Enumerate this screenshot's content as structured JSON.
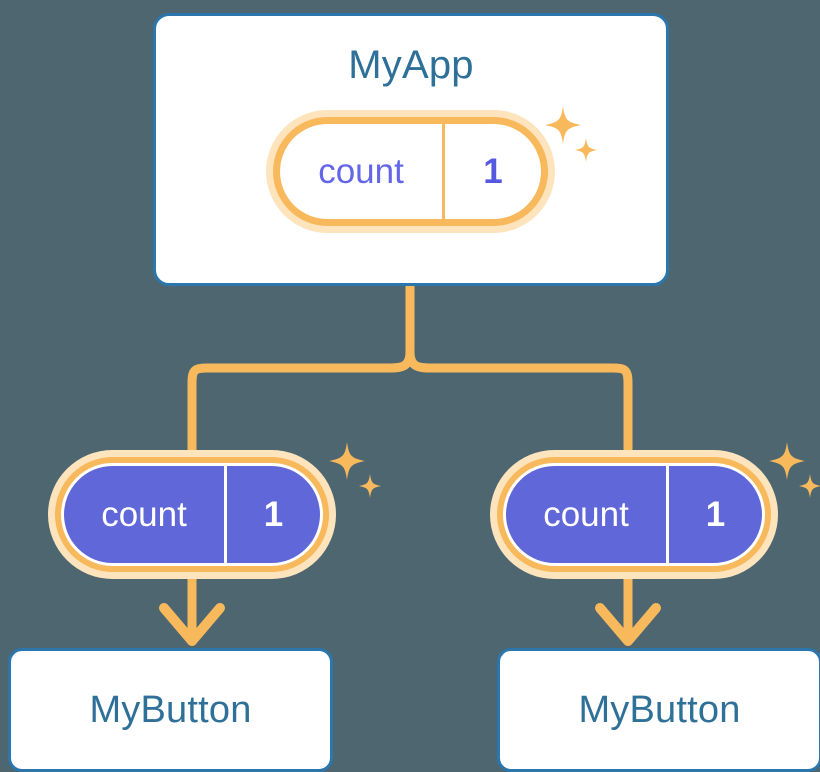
{
  "theme": {
    "background": "#4d6670",
    "card_fill": "#ffffff",
    "card_border": "#2a76ad",
    "title_text": "#2f7099",
    "ring_outer": "#fde4bd",
    "ring_inner": "#f8b95c",
    "connector": "#f8b95c",
    "state_fill": "#6067d8",
    "state_text_light": "#ffffff",
    "state_text_indigo": "#6366e8"
  },
  "diagram": {
    "type": "component-tree",
    "root": {
      "name": "app-card",
      "title": "MyApp",
      "state": {
        "key": "count",
        "value": "1",
        "style": "outline"
      }
    },
    "branches": [
      {
        "name": "left-branch",
        "state": {
          "key": "count",
          "value": "1",
          "style": "filled"
        },
        "child": {
          "name": "button-card-left",
          "title": "MyButton"
        }
      },
      {
        "name": "right-branch",
        "state": {
          "key": "count",
          "value": "1",
          "style": "filled"
        },
        "child": {
          "name": "button-card-right",
          "title": "MyButton"
        }
      }
    ],
    "icons": {
      "sparkle": "sparkle-icon"
    }
  }
}
